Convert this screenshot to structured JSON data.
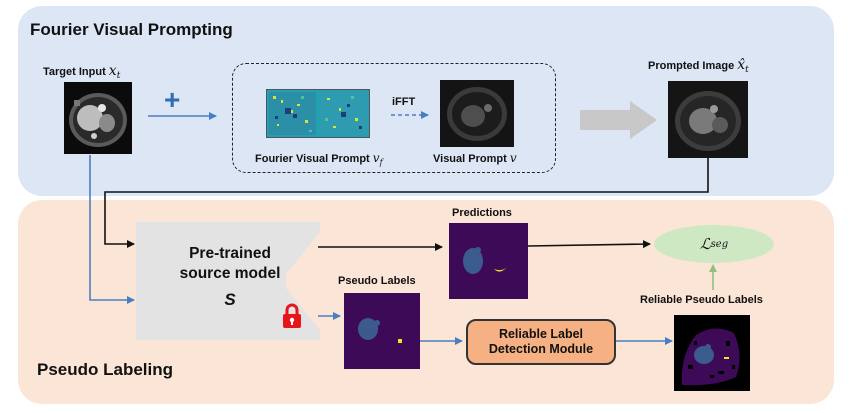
{
  "sections": {
    "top_title": "Fourier Visual Prompting",
    "bottom_title": "Pseudo Labeling"
  },
  "labels": {
    "target_input": "Target Input ",
    "target_input_math": "x",
    "target_input_sub": "t",
    "fourier_prompt": "Fourier Visual Prompt ",
    "fourier_prompt_math": "v",
    "fourier_prompt_sub": "f",
    "ifft": "iFFT",
    "visual_prompt": "Visual Prompt ",
    "visual_prompt_math": "v",
    "prompted_image": "Prompted Image ",
    "prompted_image_math": "x̂",
    "prompted_image_sub": "t",
    "predictions": "Predictions",
    "pseudo_labels": "Pseudo Labels",
    "reliable_pseudo_labels": "Reliable Pseudo Labels",
    "plus_symbol": "+"
  },
  "model": {
    "line1": "Pre-trained",
    "line2": "source model",
    "symbol": "S"
  },
  "module": {
    "line1": "Reliable Label",
    "line2": "Detection Module"
  },
  "loss": {
    "symbol": "ℒ",
    "sub": "seg"
  },
  "icons": [
    "plus-icon",
    "lock-icon",
    "arrow-icon"
  ],
  "colors": {
    "top_panel": "#dde6f4",
    "bottom_panel": "#fbe5d6",
    "blue_arrow": "#4a7ec2",
    "model_body": "#e3e3e3",
    "lock": "#e8141b",
    "module_fill": "#f5b183",
    "loss_fill": "#cfe8c4",
    "label_map_bg": "#3d0a57",
    "label_region_blue": "#3b5b8f",
    "label_region_yellow": "#f2e41f"
  }
}
